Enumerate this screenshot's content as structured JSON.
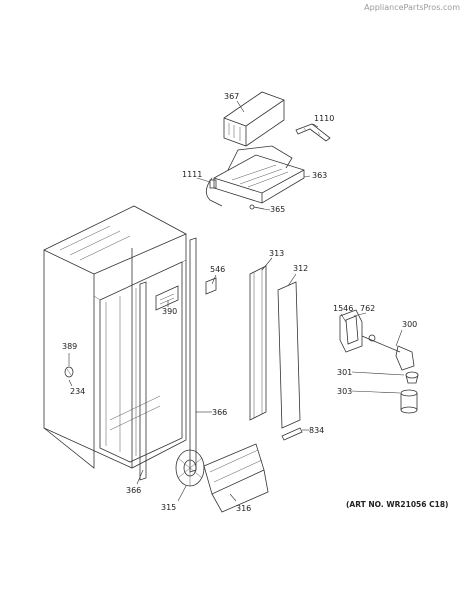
{
  "watermark": "AppliancePartsPros.com",
  "art_number": "(ART NO. WR21056 C18)",
  "callouts": [
    {
      "id": "367",
      "label": "367"
    },
    {
      "id": "1110",
      "label": "1110"
    },
    {
      "id": "1111",
      "label": "1111"
    },
    {
      "id": "363",
      "label": "363"
    },
    {
      "id": "365",
      "label": "365"
    },
    {
      "id": "546",
      "label": "546"
    },
    {
      "id": "313",
      "label": "313"
    },
    {
      "id": "312",
      "label": "312"
    },
    {
      "id": "390",
      "label": "390"
    },
    {
      "id": "1546",
      "label": "1546"
    },
    {
      "id": "762",
      "label": "762"
    },
    {
      "id": "300",
      "label": "300"
    },
    {
      "id": "389",
      "label": "389"
    },
    {
      "id": "234",
      "label": "234"
    },
    {
      "id": "301",
      "label": "301"
    },
    {
      "id": "303",
      "label": "303"
    },
    {
      "id": "366a",
      "label": "366"
    },
    {
      "id": "834",
      "label": "834"
    },
    {
      "id": "366b",
      "label": "366"
    },
    {
      "id": "315",
      "label": "315"
    },
    {
      "id": "316",
      "label": "316"
    }
  ]
}
